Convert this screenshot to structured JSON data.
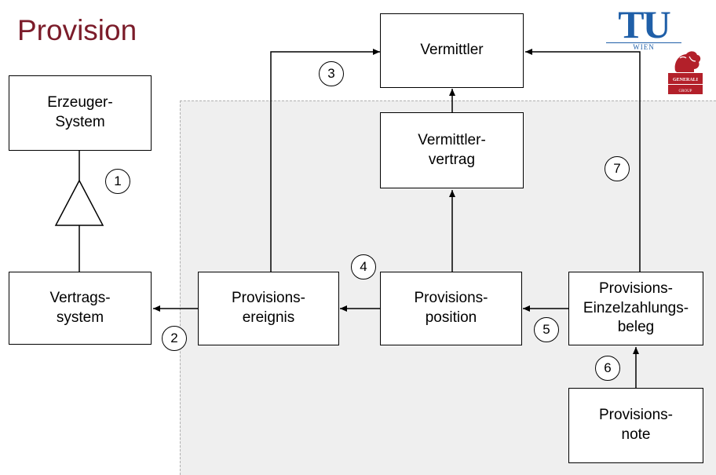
{
  "title": "Provision",
  "boxes": {
    "erzeuger": "Erzeuger-\nSystem",
    "vertragssystem": "Vertrags-\nsystem",
    "vermittler": "Vermittler",
    "vermittlervertrag": "Vermittler-\nvertrag",
    "ereignis": "Provisions-\nereignis",
    "position": "Provisions-\nposition",
    "beleg": "Provisions-\nEinzelzahlungs-\nbeleg",
    "note": "Provisions-\nnote"
  },
  "markers": [
    "1",
    "2",
    "3",
    "4",
    "5",
    "6",
    "7"
  ],
  "logos": {
    "tu_text": "TU",
    "tu_sub": "WIEN",
    "generali_text": "GENERALI GROUP"
  },
  "colors": {
    "title": "#7b1c2a",
    "tu_blue": "#1f5fa8",
    "generali_red": "#b3202a"
  }
}
